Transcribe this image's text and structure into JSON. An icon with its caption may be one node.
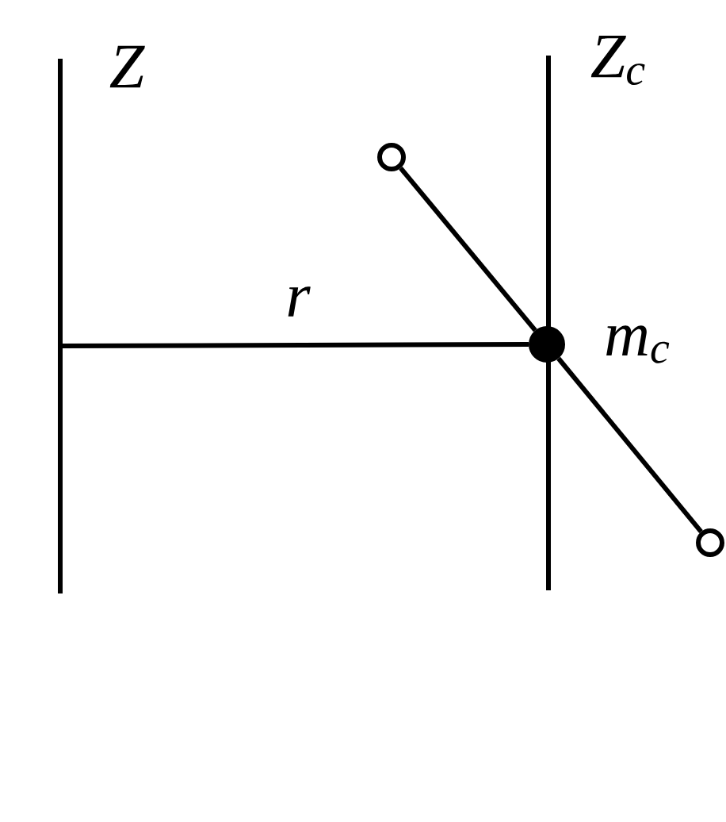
{
  "diagram": {
    "nodes": [
      {
        "text": [],
        "shape": "circle",
        "beside": [
          "m$_{c}$"
        ]
      },
      {
        "text": [],
        "shape": "circle"
      },
      {
        "text": [],
        "shape": "circle"
      }
    ],
    "edges": [
      {
        "from": 1,
        "to": 0,
        "arrow": "none"
      },
      {
        "from": 0,
        "to": 2,
        "arrow": "none"
      },
      {
        "from": null,
        "to": 0,
        "arrow": "none",
        "label": "r"
      }
    ],
    "labels": [
      "Z",
      "Z$_{c}$"
    ]
  }
}
